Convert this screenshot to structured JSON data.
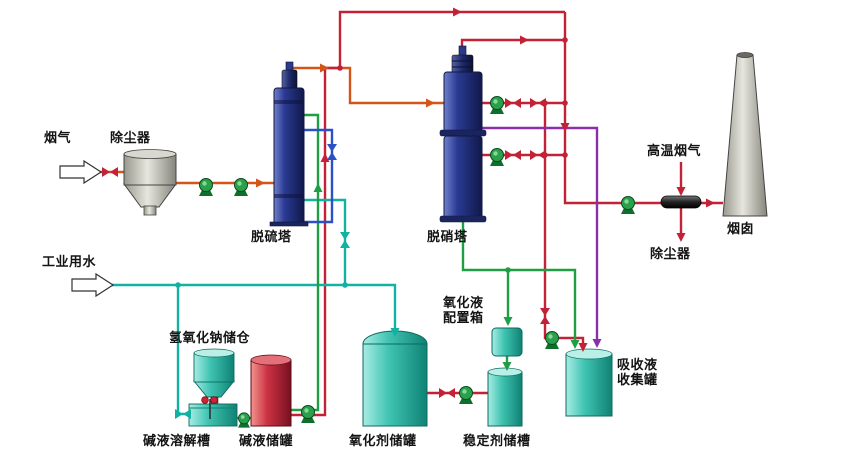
{
  "labels": {
    "flue_gas": "烟气",
    "dust_collector_left": "除尘器",
    "desulfurization_tower": "脱硫塔",
    "denitrification_tower": "脱硝塔",
    "high_temp_flue_gas": "高温烟气",
    "chimney": "烟囱",
    "dust_remover_right": "除尘器",
    "industrial_water": "工业用水",
    "naoh_storage_bin": "氢氧化钠储仓",
    "alkali_dissolving_tank": "碱液溶解槽",
    "alkali_storage_tank": "碱液储罐",
    "oxidant_storage_tank": "氧化剂储罐",
    "oxidation_liquid_prep_box_line1": "氧化液",
    "oxidation_liquid_prep_box_line2": "配置箱",
    "stabilizer_storage_tank": "稳定剂储槽",
    "absorption_collection_tank_line1": "吸收液",
    "absorption_collection_tank_line2": "收集罐"
  },
  "colors": {
    "flue_gas_pipe": "#d4551a",
    "hot_gas_pipe": "#c32135",
    "water_pipe": "#12b2a2",
    "alkali_pipe": "#1f9e46",
    "oxidation_pipe": "#8a2faa",
    "recirculation_pipe": "#2b50c8",
    "pump_green": "#2aa04a",
    "vessel_navy": "#2a3a8e",
    "vessel_cyan": "#3cc4b2",
    "vessel_red": "#cc3344",
    "vessel_gray": "#b5b5ac"
  }
}
